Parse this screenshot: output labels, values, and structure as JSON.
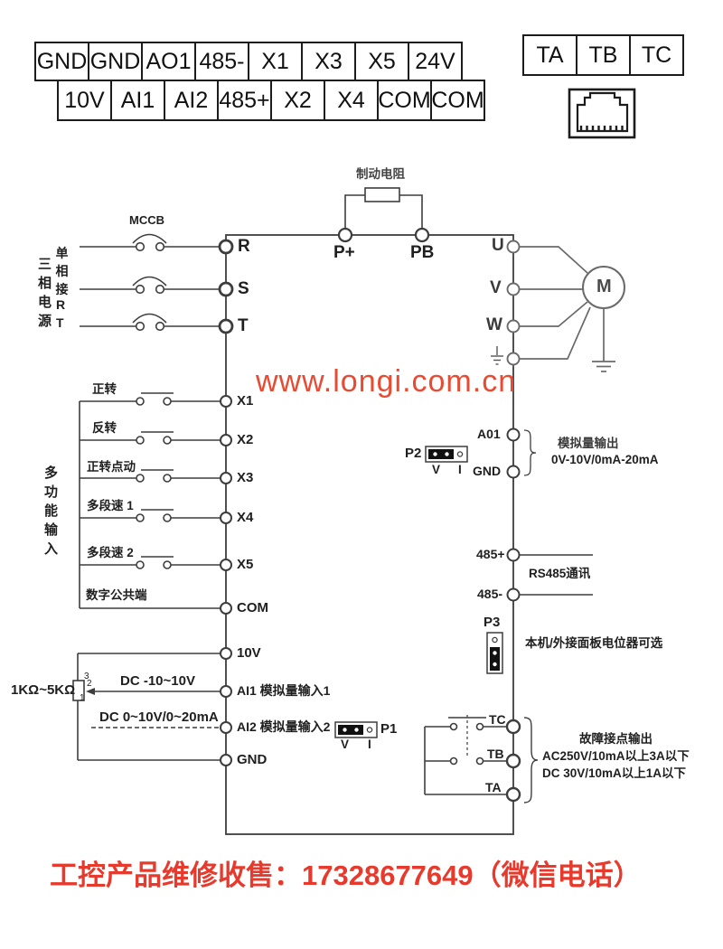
{
  "top_block": {
    "row1": [
      "GND",
      "GND",
      "AO1",
      "485-",
      "X1",
      "X3",
      "X5",
      "24V"
    ],
    "row2": [
      "10V",
      "AI1",
      "AI2",
      "485+",
      "X2",
      "X4",
      "COM",
      "COM"
    ]
  },
  "relay_block": [
    "TA",
    "TB",
    "TC"
  ],
  "colors": {
    "accent_red": "#e8402e",
    "line_dark": "#3d3d3d",
    "line_gray": "#6a6a6a"
  },
  "diagram": {
    "power": {
      "breaker_label": "MCCB",
      "three_phase_label": "三相电源",
      "single_phase_label": "单相接",
      "single_phase_r": "R",
      "single_phase_t": "T",
      "term_r": "R",
      "term_s": "S",
      "term_t": "T"
    },
    "brake": {
      "label": "制动电阻",
      "p_plus": "P+",
      "pb": "PB"
    },
    "motor": {
      "term_u": "U",
      "term_v": "V",
      "term_w": "W",
      "motor_label": "M"
    },
    "digital_inputs": {
      "group_label": "多功能输入",
      "rows": [
        {
          "label": "正转",
          "terminal": "X1"
        },
        {
          "label": "反转",
          "terminal": "X2"
        },
        {
          "label": "正转点动",
          "terminal": "X3"
        },
        {
          "label": "多段速 1",
          "terminal": "X4"
        },
        {
          "label": "多段速 2",
          "terminal": "X5"
        },
        {
          "label": "数字公共端",
          "terminal": "COM"
        }
      ]
    },
    "analog_inputs": {
      "pot_label": "1KΩ~5KΩ",
      "pot_pin3": "3",
      "pot_pin2": "2",
      "pot_pin1": "1",
      "ai1_range": "DC -10~10V",
      "ai2_range": "DC 0~10V/0~20mA",
      "term_10v": "10V",
      "term_ai1": "AI1 模拟量输入1",
      "term_ai2": "AI2 模拟量输入2",
      "term_gnd": "GND"
    },
    "jumpers": {
      "p1": {
        "label": "P1",
        "v": "V",
        "i": "I"
      },
      "p2": {
        "label": "P2",
        "v": "V",
        "i": "I"
      },
      "p3": {
        "label": "P3"
      }
    },
    "analog_output": {
      "term_a01": "A01",
      "term_gnd": "GND",
      "desc1": "模拟量输出",
      "desc2": "0V-10V/0mA-20mA"
    },
    "rs485": {
      "plus": "485+",
      "minus": "485-",
      "label": "RS485通讯"
    },
    "panel_pot_label": "本机/外接面板电位器可选",
    "fault_relay": {
      "term_tc": "TC",
      "term_tb": "TB",
      "term_ta": "TA",
      "desc1": "故障接点输出",
      "desc2": "AC250V/10mA以上3A以下",
      "desc3": "DC 30V/10mA以上1A以下"
    }
  },
  "watermark": "www.longi.com.cn",
  "footer": "工控产品维修收售：17328677649（微信电话）"
}
